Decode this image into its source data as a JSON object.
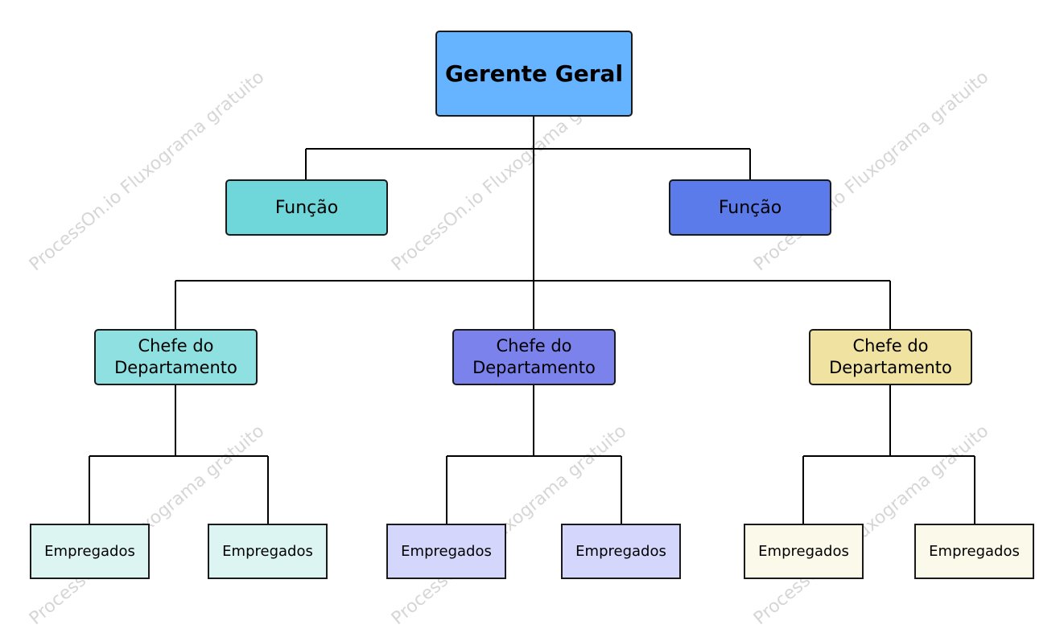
{
  "watermark": "ProcessOn.io Fluxograma gratuito",
  "colors": {
    "line": "#000000",
    "border": "#1a1a1a"
  },
  "root": {
    "label": "Gerente Geral",
    "color": "#66b3ff"
  },
  "functions": [
    {
      "label": "Função",
      "color": "#6fd6d9"
    },
    {
      "label": "Função",
      "color": "#5b7bea"
    }
  ],
  "departments": [
    {
      "line1": "Chefe do",
      "line2": "Departamento",
      "color": "#8fe0e0",
      "employees": [
        {
          "label": "Empregados",
          "color": "#dcf5f3"
        },
        {
          "label": "Empregados",
          "color": "#dcf5f3"
        }
      ]
    },
    {
      "line1": "Chefe do",
      "line2": "Departamento",
      "color": "#7b82ec",
      "employees": [
        {
          "label": "Empregados",
          "color": "#d4d7fb"
        },
        {
          "label": "Empregados",
          "color": "#d4d7fb"
        }
      ]
    },
    {
      "line1": "Chefe do",
      "line2": "Departamento",
      "color": "#f0e2a0",
      "employees": [
        {
          "label": "Empregados",
          "color": "#fbf9ea"
        },
        {
          "label": "Empregados",
          "color": "#fbf9ea"
        }
      ]
    }
  ]
}
